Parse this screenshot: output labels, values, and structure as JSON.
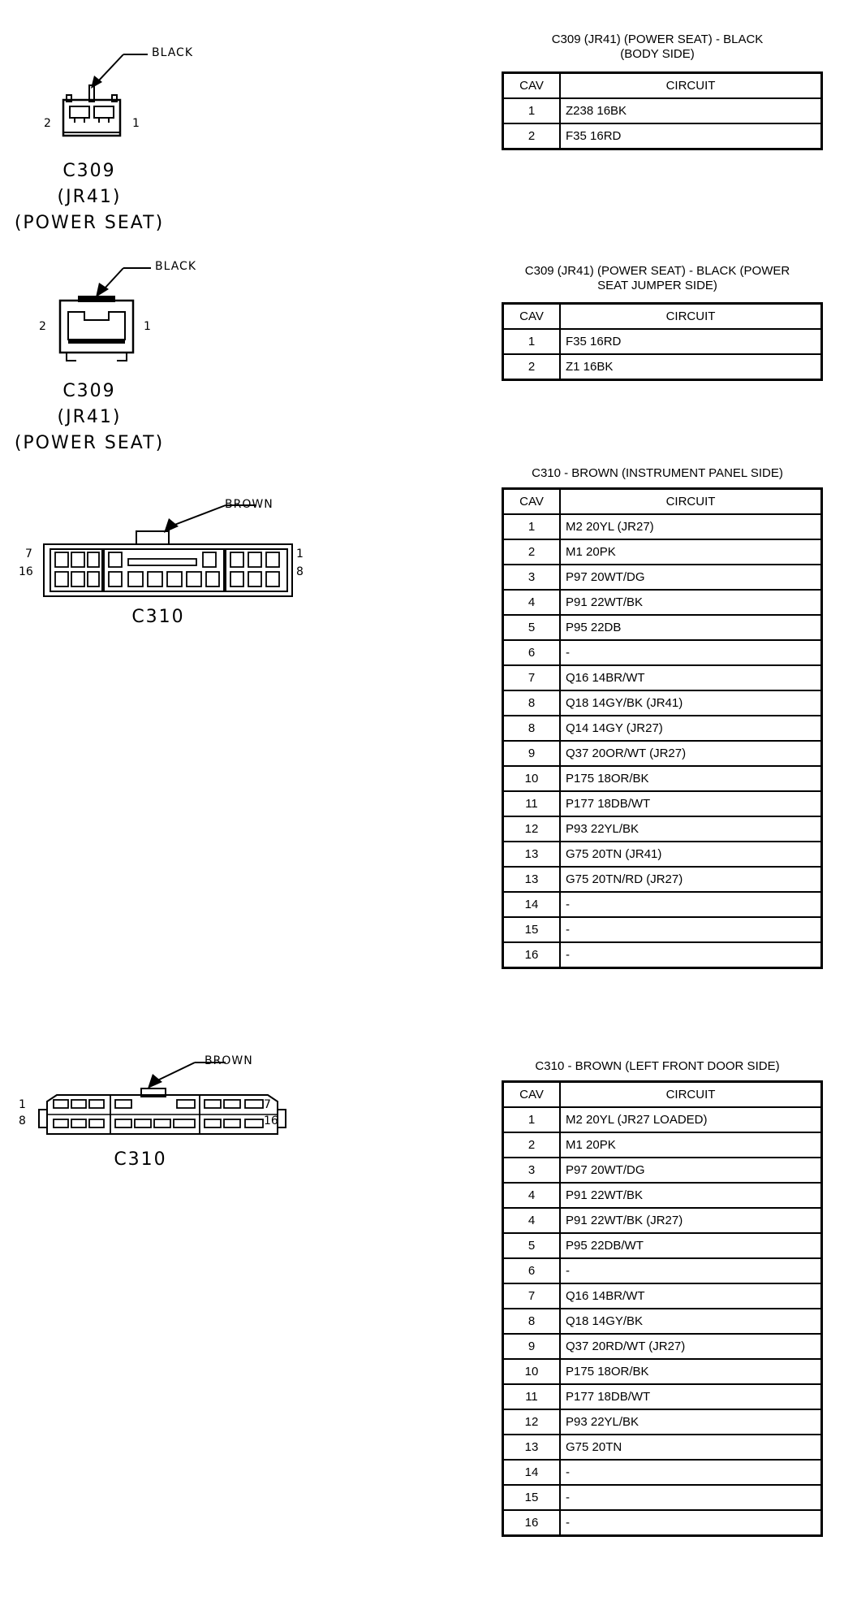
{
  "connectors": [
    {
      "id": "c309-body",
      "title": "C309 (JR41) (POWER SEAT) - BLACK (BODY SIDE)",
      "title_lines": [
        "C309 (JR41) (POWER SEAT) - BLACK",
        "(BODY SIDE)"
      ],
      "color_label": "BLACK",
      "name_lines": [
        "C309",
        "(JR41)",
        "(POWER SEAT)"
      ],
      "pin_left": "2",
      "pin_right": "1",
      "header": {
        "cav": "CAV",
        "circuit": "CIRCUIT"
      },
      "rows": [
        {
          "cav": "1",
          "circuit": "Z238 16BK"
        },
        {
          "cav": "2",
          "circuit": "F35 16RD"
        }
      ]
    },
    {
      "id": "c309-jumper",
      "title_lines": [
        "C309 (JR41) (POWER SEAT) - BLACK (POWER",
        "SEAT JUMPER SIDE)"
      ],
      "color_label": "BLACK",
      "name_lines": [
        "C309",
        "(JR41)",
        "(POWER SEAT)"
      ],
      "pin_left": "2",
      "pin_right": "1",
      "header": {
        "cav": "CAV",
        "circuit": "CIRCUIT"
      },
      "rows": [
        {
          "cav": "1",
          "circuit": "F35 16RD"
        },
        {
          "cav": "2",
          "circuit": "Z1 16BK"
        }
      ]
    },
    {
      "id": "c310-ip",
      "title_lines": [
        "C310 - BROWN (INSTRUMENT PANEL SIDE)"
      ],
      "color_label": "BROWN",
      "name_lines": [
        "C310"
      ],
      "pin_tl": "7",
      "pin_bl": "16",
      "pin_tr": "1",
      "pin_br": "8",
      "header": {
        "cav": "CAV",
        "circuit": "CIRCUIT"
      },
      "rows": [
        {
          "cav": "1",
          "circuit": "M2 20YL (JR27)"
        },
        {
          "cav": "2",
          "circuit": "M1 20PK"
        },
        {
          "cav": "3",
          "circuit": "P97 20WT/DG"
        },
        {
          "cav": "4",
          "circuit": "P91 22WT/BK"
        },
        {
          "cav": "5",
          "circuit": "P95 22DB"
        },
        {
          "cav": "6",
          "circuit": "-"
        },
        {
          "cav": "7",
          "circuit": "Q16 14BR/WT"
        },
        {
          "cav": "8",
          "circuit": "Q18 14GY/BK (JR41)"
        },
        {
          "cav": "8",
          "circuit": "Q14 14GY (JR27)"
        },
        {
          "cav": "9",
          "circuit": "Q37 20OR/WT (JR27)"
        },
        {
          "cav": "10",
          "circuit": "P175 18OR/BK"
        },
        {
          "cav": "11",
          "circuit": "P177 18DB/WT"
        },
        {
          "cav": "12",
          "circuit": "P93 22YL/BK"
        },
        {
          "cav": "13",
          "circuit": "G75 20TN (JR41)"
        },
        {
          "cav": "13",
          "circuit": "G75 20TN/RD (JR27)"
        },
        {
          "cav": "14",
          "circuit": "-"
        },
        {
          "cav": "15",
          "circuit": "-"
        },
        {
          "cav": "16",
          "circuit": "-"
        }
      ]
    },
    {
      "id": "c310-door",
      "title_lines": [
        "C310 - BROWN (LEFT FRONT DOOR SIDE)"
      ],
      "color_label": "BROWN",
      "name_lines": [
        "C310"
      ],
      "pin_tl": "1",
      "pin_bl": "8",
      "pin_tr": "7",
      "pin_br": "16",
      "header": {
        "cav": "CAV",
        "circuit": "CIRCUIT"
      },
      "rows": [
        {
          "cav": "1",
          "circuit": "M2 20YL (JR27 LOADED)"
        },
        {
          "cav": "2",
          "circuit": "M1 20PK"
        },
        {
          "cav": "3",
          "circuit": "P97 20WT/DG"
        },
        {
          "cav": "4",
          "circuit": "P91 22WT/BK"
        },
        {
          "cav": "4",
          "circuit": "P91 22WT/BK (JR27)"
        },
        {
          "cav": "5",
          "circuit": "P95 22DB/WT"
        },
        {
          "cav": "6",
          "circuit": "-"
        },
        {
          "cav": "7",
          "circuit": "Q16 14BR/WT"
        },
        {
          "cav": "8",
          "circuit": "Q18 14GY/BK"
        },
        {
          "cav": "9",
          "circuit": "Q37 20RD/WT (JR27)"
        },
        {
          "cav": "10",
          "circuit": "P175 18OR/BK"
        },
        {
          "cav": "11",
          "circuit": "P177 18DB/WT"
        },
        {
          "cav": "12",
          "circuit": "P93 22YL/BK"
        },
        {
          "cav": "13",
          "circuit": "G75 20TN"
        },
        {
          "cav": "14",
          "circuit": "-"
        },
        {
          "cav": "15",
          "circuit": "-"
        },
        {
          "cav": "16",
          "circuit": "-"
        }
      ]
    }
  ]
}
